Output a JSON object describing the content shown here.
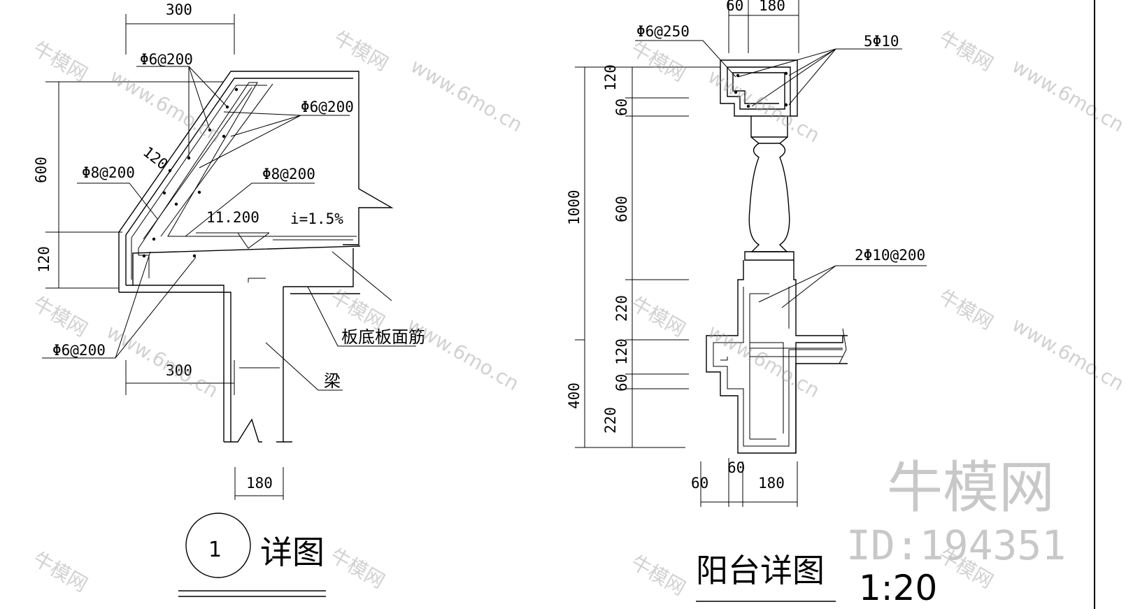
{
  "detail1": {
    "number": "1",
    "title": "详图",
    "dims": {
      "top": "300",
      "h600": "600",
      "h120": "120",
      "slope": "120",
      "bottom": "300",
      "beam": "180"
    },
    "rebar": {
      "a": "Φ6@200",
      "b": "Φ6@200",
      "c": "Φ8@200",
      "d": "Φ8@200",
      "e": "Φ6@200"
    },
    "elevation": "11.200",
    "slope_grade": "i=1.5%",
    "slab_label": "板底板面筋",
    "beam_label": "梁"
  },
  "detail2": {
    "title": "阳台详图",
    "scale": "1:20",
    "dims": {
      "top60": "60",
      "top180": "180",
      "total": "1000",
      "d120": "120",
      "d60": "60",
      "d600": "600",
      "d220": "220",
      "b120": "120",
      "b60": "60",
      "b220": "220",
      "total400": "400",
      "w60a": "60",
      "w60b": "60",
      "w180": "180"
    },
    "rebar": {
      "stirrup": "Φ6@250",
      "main": "5Φ10",
      "bars": "2Φ10@200"
    }
  },
  "watermark": {
    "site": "牛模网",
    "url": "www.6mo.cn",
    "id": "ID:194351"
  }
}
